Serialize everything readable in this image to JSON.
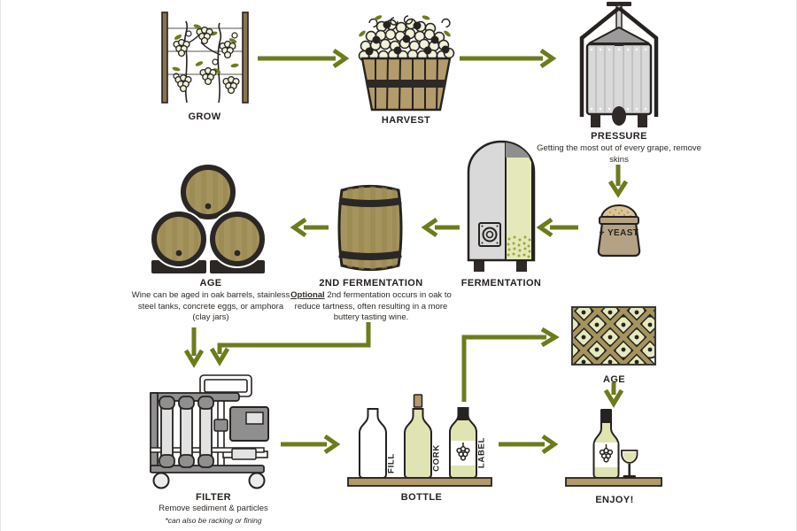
{
  "title": "Winemaking process infographic",
  "colors": {
    "arrow_green": "#6e7b1c",
    "outline_dark": "#262220",
    "barrel_tan": "#a6945f",
    "wine_pale_green": "#e0e4b3",
    "wood_shelf": "#b29a6a",
    "machine_grey": "#8f8f8f",
    "grape_pale": "#f1f2da"
  },
  "steps": {
    "grow": {
      "label": "GROW"
    },
    "harvest": {
      "label": "HARVEST"
    },
    "pressure": {
      "label": "PRESSURE",
      "description": "Getting the most out of every grape, remove skins"
    },
    "yeast": {
      "label": "+ YEAST"
    },
    "fermentation": {
      "label": "FERMENTATION"
    },
    "second_fermentation": {
      "label": "2ND FERMENTATION",
      "optional_word": "Optional",
      "description": "2nd fermentation occurs in oak to reduce tartness, often resulting in a more buttery tasting wine."
    },
    "age_barrels": {
      "label": "AGE",
      "description": "Wine can be aged in oak barrels, stainless steel tanks, concrete eggs, or amphora (clay jars)"
    },
    "filter": {
      "label": "FILTER",
      "description": "Remove sediment & particles",
      "footnote": "*can also be racking or fining"
    },
    "bottle": {
      "label": "BOTTLE",
      "fill_label": "FILL",
      "cork_label": "CORK",
      "label_label": "LABEL"
    },
    "age_rack": {
      "label": "AGE"
    },
    "enjoy": {
      "label": "ENJOY!"
    }
  }
}
